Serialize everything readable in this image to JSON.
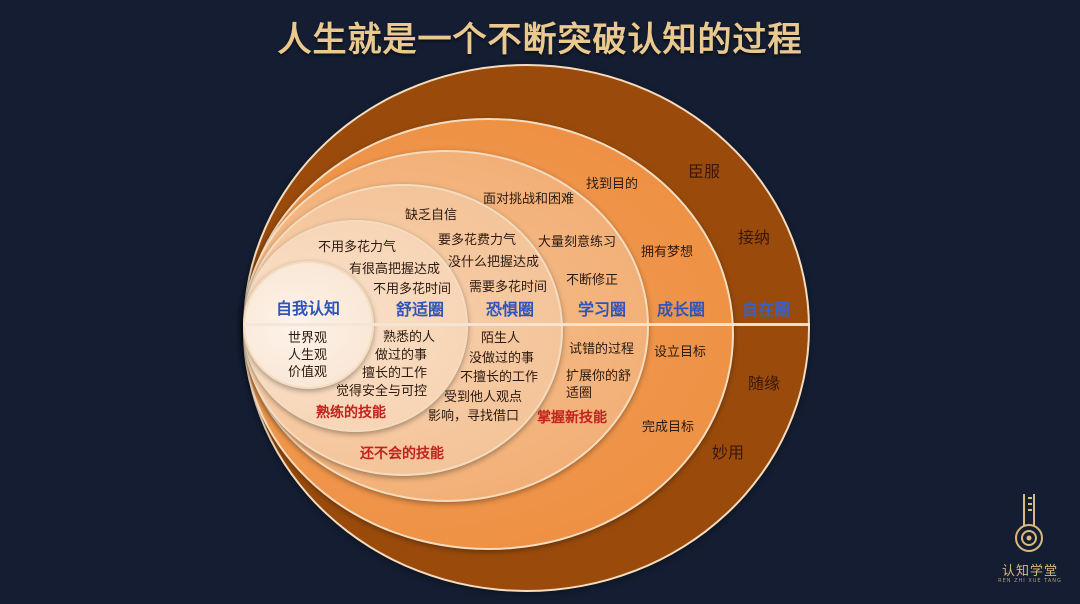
{
  "title": "人生就是一个不断突破认知的过程",
  "colors": {
    "background": "#141d31",
    "title": "#e9c98f",
    "zone_label": "#2f55b8",
    "skill_label": "#c1231d",
    "ring_outer": "#9a4b0c",
    "ring_growth": "#ef9448",
    "ring_learning": "#f3b27a",
    "ring_fear": "#f5c8a0",
    "ring_comfort": "#f8dcc2",
    "ring_self": "#fbece0"
  },
  "rings": [
    {
      "name": "自在圈",
      "upper": [
        "臣服",
        "接纳"
      ],
      "lower": [
        "随缘",
        "妙用"
      ]
    },
    {
      "name": "成长圈",
      "upper": [
        "找到目的",
        "拥有梦想"
      ],
      "lower": [
        "设立目标",
        "完成目标"
      ]
    },
    {
      "name": "学习圈",
      "upper": [
        "面对挑战和困难",
        "大量刻意练习",
        "不断修正"
      ],
      "lower": [
        "试错的过程",
        "扩展你的舒",
        "适圈"
      ],
      "skill": "掌握新技能"
    },
    {
      "name": "恐惧圈",
      "upper": [
        "缺乏自信",
        "要多花费力气",
        "没什么把握达成",
        "需要多花时间"
      ],
      "lower": [
        "陌生人",
        "没做过的事",
        "不擅长的工作",
        "受到他人观点",
        "影响，寻找借口"
      ],
      "skill": "还不会的技能"
    },
    {
      "name": "舒适圈",
      "upper": [
        "不用多花力气",
        "有很高把握达成",
        "不用多花时间"
      ],
      "lower": [
        "熟悉的人",
        "做过的事",
        "擅长的工作",
        "觉得安全与可控"
      ],
      "skill": "熟练的技能"
    },
    {
      "name": "自我认知",
      "lower": [
        "世界观",
        "人生观",
        "价值观"
      ]
    }
  ],
  "logo": {
    "name": "认知学堂",
    "romanized": "REN ZHI XUE TANG",
    "icon": "key-keyhole-icon"
  }
}
